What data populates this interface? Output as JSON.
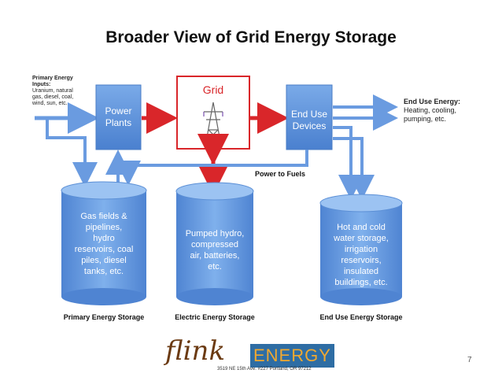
{
  "title": "Broader View of Grid Energy Storage",
  "colors": {
    "accent_blue": "#5b8fd6",
    "grid_red": "#d9262a",
    "arrow_blue": "#6a9be0"
  },
  "inputs": {
    "heading_line1": "Primary Energy",
    "heading_line2": "Inputs:",
    "detail_line1": "Uranium, natural",
    "detail_line2": "gas, diesel, coal,",
    "detail_line3": "wind, sun, etc."
  },
  "nodes": {
    "power_plants": {
      "line1": "Power",
      "line2": "Plants"
    },
    "grid": {
      "label": "Grid",
      "icon": "transmission-tower-icon"
    },
    "end_use_devices": {
      "line1": "End Use",
      "line2": "Devices"
    }
  },
  "outputs": {
    "heading": "End Use Energy:",
    "line1": "Heating, cooling,",
    "line2": "pumping, etc."
  },
  "power_to_fuels": "Power to Fuels",
  "tanks": {
    "primary": {
      "lines": [
        "Gas fields &",
        "pipelines,",
        "hydro",
        "reservoirs, coal",
        "piles, diesel",
        "tanks, etc."
      ],
      "caption": "Primary Energy Storage"
    },
    "electric": {
      "lines": [
        "Pumped hydro,",
        "compressed",
        "air, batteries,",
        "etc."
      ],
      "caption": "Electric Energy Storage"
    },
    "end_use": {
      "lines": [
        "Hot and cold",
        "water storage,",
        "irrigation",
        "reservoirs,",
        "insulated",
        "buildings, etc."
      ],
      "caption": "End Use Energy Storage"
    }
  },
  "logo": {
    "word1": "flink",
    "word2": "ENERGY",
    "address": "3519 NE 15th Ave. #227 Portland, OR 97212"
  },
  "page_number": "7"
}
